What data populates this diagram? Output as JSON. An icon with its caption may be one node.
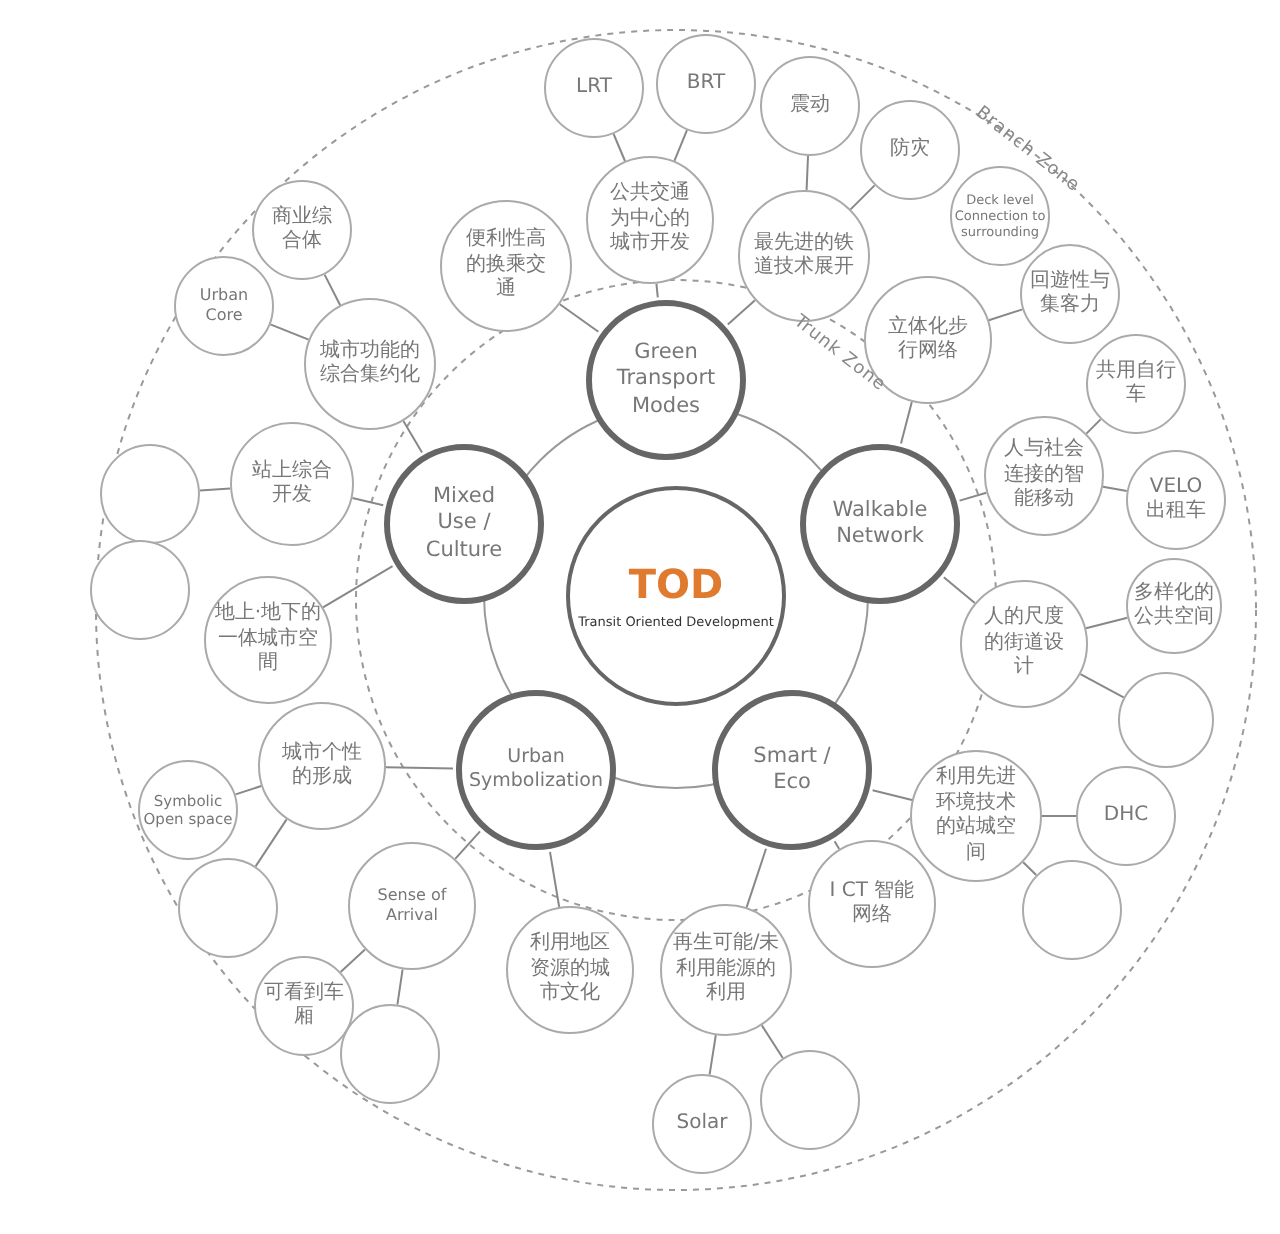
{
  "diagram": {
    "nodes": [
      {
        "text": [
          "TOD",
          "Transit Oriented Development"
        ]
      },
      {
        "text": [
          "Green Transport Modes"
        ]
      },
      {
        "text": [
          "Mixed Use / Culture"
        ]
      },
      {
        "text": [
          "Walkable Network"
        ]
      },
      {
        "text": [
          "Urban Symbolization"
        ]
      },
      {
        "text": [
          "Smart / Eco"
        ]
      },
      {
        "text": [
          "LRT"
        ]
      },
      {
        "text": [
          "BRT"
        ]
      },
      {
        "text": [
          "震动"
        ]
      },
      {
        "text": [
          "防灾"
        ]
      },
      {
        "text": [
          "Deck level Connection to surrounding"
        ]
      },
      {
        "text": [
          "商业综合体"
        ]
      },
      {
        "text": [
          "便利性高的换乘交通"
        ]
      },
      {
        "text": [
          "公共交通为中心的城市开发"
        ]
      },
      {
        "text": [
          "最先进的铁道技术展开"
        ]
      },
      {
        "text": [
          "Urban Core"
        ]
      },
      {
        "text": [
          "城市功能的综合集约化"
        ]
      },
      {
        "text": [
          "回遊性与集客力"
        ]
      },
      {
        "text": [
          "立体化步行网络"
        ]
      },
      {
        "text": [
          "共用自行车"
        ]
      },
      {
        "text": [
          "站上综合开发"
        ]
      },
      {
        "text": [],
        "shape": "circle"
      },
      {
        "text": [
          "人与社会连接的智能移动"
        ]
      },
      {
        "text": [
          "VELO 出租车"
        ]
      },
      {
        "text": [],
        "shape": "circle"
      },
      {
        "text": [
          "地上·地下的一体城市空間"
        ]
      },
      {
        "text": [
          "多样化的公共空间"
        ]
      },
      {
        "text": [
          "人的尺度的街道设计"
        ]
      },
      {
        "text": [],
        "shape": "circle"
      },
      {
        "text": [
          "城市个性的形成"
        ]
      },
      {
        "text": [
          "Symbolic Open space"
        ]
      },
      {
        "text": [
          "利用先进环境技术的站城空间"
        ]
      },
      {
        "text": [
          "DHC"
        ]
      },
      {
        "text": [
          "Sense of Arrival"
        ]
      },
      {
        "text": [],
        "shape": "circle"
      },
      {
        "text": [
          "I CT 智能网络"
        ]
      },
      {
        "text": [],
        "shape": "circle"
      },
      {
        "text": [
          "利用地区资源的城市文化"
        ]
      },
      {
        "text": [
          "再生可能/未利用能源的利用"
        ]
      },
      {
        "text": [
          "可看到车厢"
        ]
      },
      {
        "text": [],
        "shape": "circle"
      },
      {
        "text": [],
        "shape": "circle"
      },
      {
        "text": [
          "Solar"
        ]
      }
    ],
    "edges": [
      {
        "from": 1,
        "to": 12,
        "arrow": "none"
      },
      {
        "from": 1,
        "to": 13,
        "arrow": "none"
      },
      {
        "from": 13,
        "to": 6,
        "arrow": "none"
      },
      {
        "from": 13,
        "to": 7,
        "arrow": "none"
      },
      {
        "from": 1,
        "to": 14,
        "arrow": "none"
      },
      {
        "from": 14,
        "to": 8,
        "arrow": "none"
      },
      {
        "from": 14,
        "to": 9,
        "arrow": "none"
      },
      {
        "from": 3,
        "to": 18,
        "arrow": "none"
      },
      {
        "from": 18,
        "to": 17,
        "arrow": "none"
      },
      {
        "from": 3,
        "to": 22,
        "arrow": "none"
      },
      {
        "from": 22,
        "to": 19,
        "arrow": "none"
      },
      {
        "from": 22,
        "to": 23,
        "arrow": "none"
      },
      {
        "from": 3,
        "to": 27,
        "arrow": "none"
      },
      {
        "from": 27,
        "to": 26,
        "arrow": "none"
      },
      {
        "from": 27,
        "to": 28,
        "arrow": "none"
      },
      {
        "from": 5,
        "to": 31,
        "arrow": "none"
      },
      {
        "from": 31,
        "to": 32,
        "arrow": "none"
      },
      {
        "from": 31,
        "to": 36,
        "arrow": "none"
      },
      {
        "from": 5,
        "to": 35,
        "arrow": "none"
      },
      {
        "from": 5,
        "to": 38,
        "arrow": "none"
      },
      {
        "from": 38,
        "to": 42,
        "arrow": "none"
      },
      {
        "from": 38,
        "to": 41,
        "arrow": "none"
      },
      {
        "from": 4,
        "to": 37,
        "arrow": "none"
      },
      {
        "from": 4,
        "to": 33,
        "arrow": "none"
      },
      {
        "from": 33,
        "to": 39,
        "arrow": "none"
      },
      {
        "from": 33,
        "to": 40,
        "arrow": "none"
      },
      {
        "from": 4,
        "to": 29,
        "arrow": "none"
      },
      {
        "from": 29,
        "to": 30,
        "arrow": "none"
      },
      {
        "from": 29,
        "to": 34,
        "arrow": "none"
      },
      {
        "from": 2,
        "to": 25,
        "arrow": "none"
      },
      {
        "from": 2,
        "to": 20,
        "arrow": "none"
      },
      {
        "from": 20,
        "to": 21,
        "arrow": "none"
      },
      {
        "from": 2,
        "to": 16,
        "arrow": "none"
      },
      {
        "from": 16,
        "to": 11,
        "arrow": "none"
      },
      {
        "from": 16,
        "to": 15,
        "arrow": "none"
      }
    ],
    "labels": [
      "Branch Zone",
      "Trunk Zone"
    ]
  }
}
